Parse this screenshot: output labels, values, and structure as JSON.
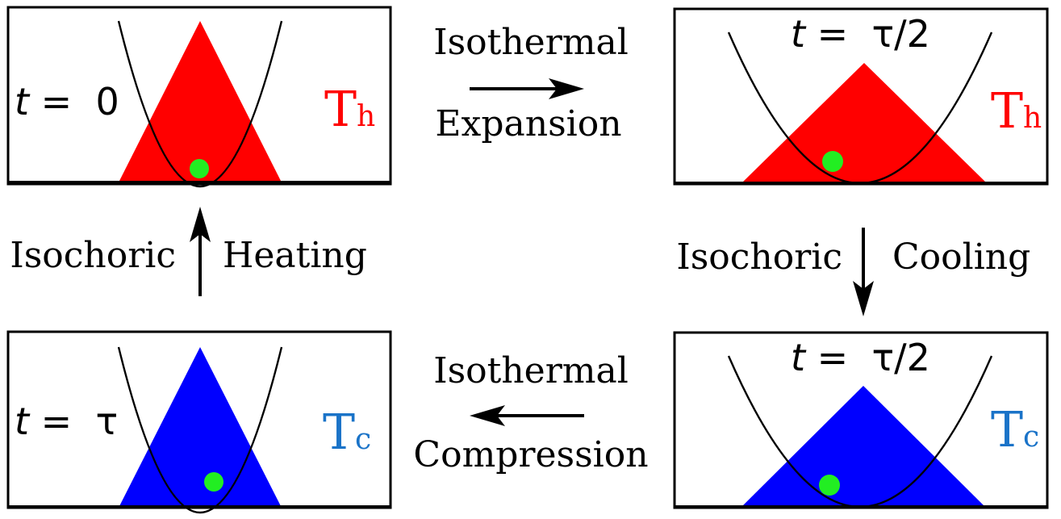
{
  "colors": {
    "hot": "#ff0000",
    "cold": "#0000ff",
    "particle": "#22ee22",
    "hot_text": "#ff0000",
    "cold_text": "#1a73c8"
  },
  "panels": {
    "top_left": {
      "time_var": "t",
      "time_eq": " =  0",
      "temp_main": "T",
      "temp_sub": "h",
      "fill": "hot"
    },
    "top_right": {
      "time_var": "t",
      "time_eq": " =  τ/2",
      "temp_main": "T",
      "temp_sub": "h",
      "fill": "hot"
    },
    "bottom_right": {
      "time_var": "t",
      "time_eq": " =  τ/2",
      "temp_main": "T",
      "temp_sub": "c",
      "fill": "cold"
    },
    "bottom_left": {
      "time_var": "t",
      "time_eq": " =  τ",
      "temp_main": "T",
      "temp_sub": "c",
      "fill": "cold"
    }
  },
  "processes": {
    "top": {
      "line1": "Isothermal",
      "line2": "Expansion"
    },
    "right": {
      "left": "Isochoric",
      "right": "Cooling"
    },
    "bottom": {
      "line1": "Isothermal",
      "line2": "Compression"
    },
    "left": {
      "left": "Isochoric",
      "right": "Heating"
    }
  }
}
